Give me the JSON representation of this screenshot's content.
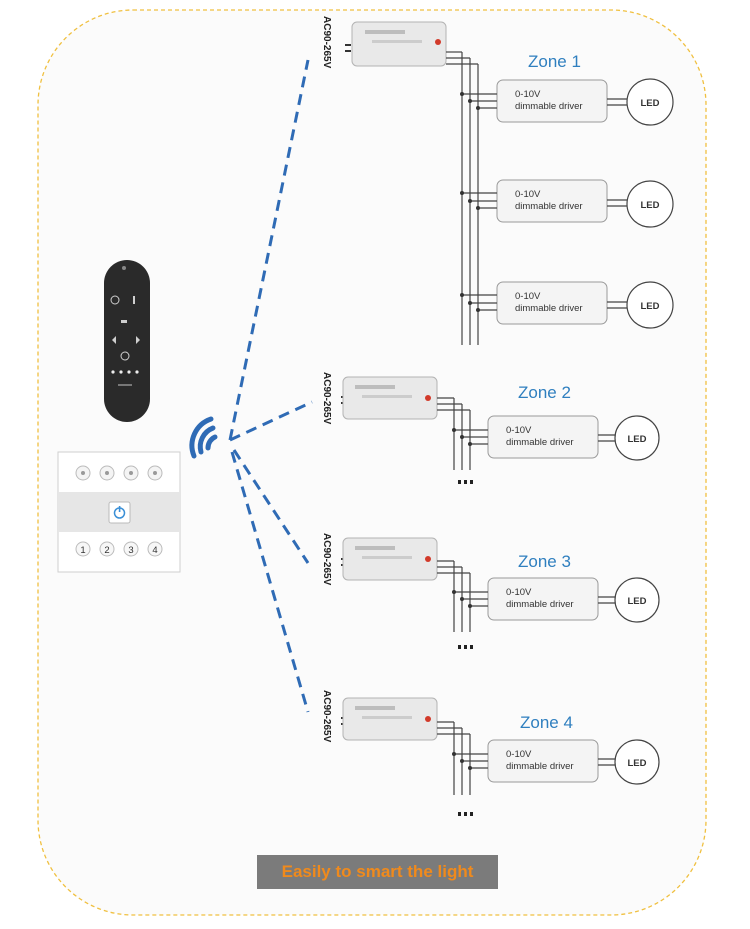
{
  "zones": [
    {
      "title": "Zone 1",
      "driver_line1": "0-10V",
      "driver_line2": "dimmable driver",
      "led": "LED",
      "drivers": 3
    },
    {
      "title": "Zone 2",
      "driver_line1": "0-10V",
      "driver_line2": "dimmable driver",
      "led": "LED",
      "drivers": 1
    },
    {
      "title": "Zone 3",
      "driver_line1": "0-10V",
      "driver_line2": "dimmable driver",
      "led": "LED",
      "drivers": 1
    },
    {
      "title": "Zone 4",
      "driver_line1": "0-10V",
      "driver_line2": "dimmable driver",
      "led": "LED",
      "drivers": 1
    }
  ],
  "receiver_label": "AC90-265V",
  "panel_buttons": [
    "1",
    "2",
    "3",
    "4"
  ],
  "caption": "Easily to smart the light",
  "colors": {
    "zone_title": "#2f7fbf",
    "wireless_dash": "#2f6bb5",
    "border": "#f0c040",
    "caption_bg": "#7b7b7b",
    "caption_text": "#f08a1c"
  }
}
